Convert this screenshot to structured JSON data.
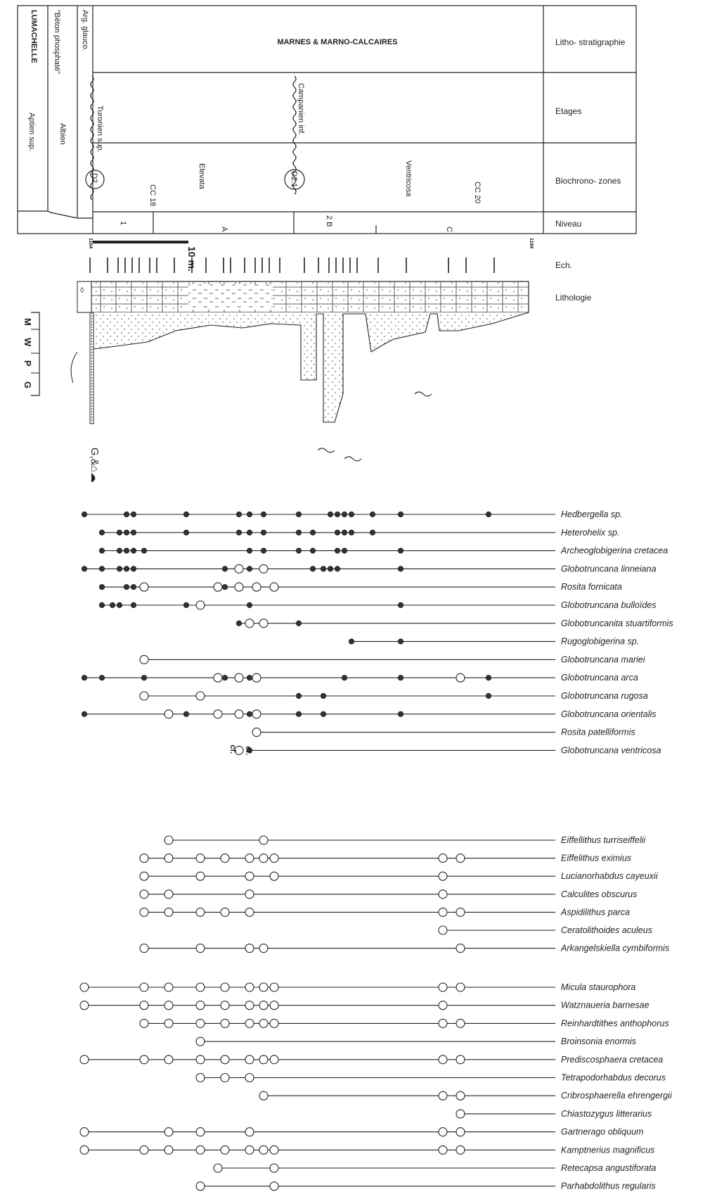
{
  "header": {
    "columns": {
      "lumachelle": "LUMACHELLE",
      "beton": "\"Béton phosphaté\"",
      "arg": "Arg. glauco.",
      "marnes": "MARNES & MARNO-CALCAIRES"
    },
    "row_labels": {
      "litho": "Litho- stratigraphie",
      "etages": "Etages",
      "biozones": "Biochrono- zones",
      "niveau": "Niveau",
      "ech": "Ech.",
      "lithologie": "Lithologie"
    },
    "etages": {
      "aptien": "Aptien sup.",
      "albien": "Albien",
      "turonien": "Turonien sup.",
      "campanien": "Campanien inf."
    },
    "zones": {
      "d2": "D2",
      "cc18": "CC 18",
      "elevata": "Elevata",
      "d21": "D2.1",
      "ventricosa": "Ventricosa",
      "cc20": "CC 20"
    },
    "niveau": {
      "n1": "1",
      "a": "A",
      "b": "2 B",
      "c": "C"
    },
    "ech": {
      "start": "1164",
      "end": "1194",
      "scale": "10 m."
    },
    "texture_scale": {
      "m": "M",
      "w": "W",
      "p": "P",
      "g": "G"
    }
  },
  "chart_data": {
    "type": "range-chart",
    "x_positions": [
      120,
      145,
      160,
      170,
      180,
      190,
      205,
      215,
      240,
      265,
      285,
      310,
      320,
      340,
      355,
      365,
      375,
      390,
      425,
      445,
      460,
      470,
      480,
      490,
      500,
      530,
      570,
      630,
      655,
      695
    ],
    "foraminifera": [
      {
        "name": "Hedbergella sp.",
        "range": [
          0,
          29
        ],
        "samples": [
          [
            0,
            "f"
          ],
          [
            4,
            "f"
          ],
          [
            5,
            "f"
          ],
          [
            9,
            "f"
          ],
          [
            13,
            "f"
          ],
          [
            14,
            "f"
          ],
          [
            16,
            "f"
          ],
          [
            18,
            "f"
          ],
          [
            21,
            "f"
          ],
          [
            22,
            "f"
          ],
          [
            23,
            "f"
          ],
          [
            24,
            "f"
          ],
          [
            25,
            "f"
          ],
          [
            26,
            "f"
          ],
          [
            29,
            "f"
          ]
        ]
      },
      {
        "name": "Heterohelix sp.",
        "range": [
          1,
          25
        ],
        "samples": [
          [
            1,
            "f"
          ],
          [
            3,
            "f"
          ],
          [
            4,
            "f"
          ],
          [
            5,
            "f"
          ],
          [
            9,
            "f"
          ],
          [
            13,
            "f"
          ],
          [
            14,
            "f"
          ],
          [
            16,
            "f"
          ],
          [
            18,
            "f"
          ],
          [
            19,
            "f"
          ],
          [
            22,
            "f"
          ],
          [
            23,
            "f"
          ],
          [
            24,
            "f"
          ],
          [
            25,
            "f"
          ]
        ]
      },
      {
        "name": "Archeoglobigerina cretacea",
        "range": [
          1,
          26
        ],
        "samples": [
          [
            1,
            "f"
          ],
          [
            3,
            "f"
          ],
          [
            4,
            "f"
          ],
          [
            5,
            "f"
          ],
          [
            6,
            "f"
          ],
          [
            14,
            "f"
          ],
          [
            16,
            "f"
          ],
          [
            18,
            "f"
          ],
          [
            19,
            "f"
          ],
          [
            22,
            "f"
          ],
          [
            23,
            "f"
          ],
          [
            26,
            "f"
          ]
        ]
      },
      {
        "name": "Globotruncana linneiana",
        "range": [
          0,
          26
        ],
        "samples": [
          [
            0,
            "f"
          ],
          [
            1,
            "f"
          ],
          [
            3,
            "f"
          ],
          [
            4,
            "f"
          ],
          [
            5,
            "f"
          ],
          [
            12,
            "f"
          ],
          [
            13,
            "o"
          ],
          [
            14,
            "f"
          ],
          [
            16,
            "o"
          ],
          [
            19,
            "f"
          ],
          [
            20,
            "f"
          ],
          [
            21,
            "f"
          ],
          [
            22,
            "f"
          ],
          [
            26,
            "f"
          ]
        ]
      },
      {
        "name": "Rosita fornicata",
        "range": [
          1,
          17
        ],
        "samples": [
          [
            1,
            "f"
          ],
          [
            4,
            "f"
          ],
          [
            5,
            "f"
          ],
          [
            6,
            "o"
          ],
          [
            11,
            "o"
          ],
          [
            12,
            "f"
          ],
          [
            13,
            "o"
          ],
          [
            15,
            "o"
          ],
          [
            17,
            "o"
          ]
        ]
      },
      {
        "name": "Globotruncana bulloïdes",
        "range": [
          1,
          26
        ],
        "samples": [
          [
            1,
            "f"
          ],
          [
            2,
            "f"
          ],
          [
            3,
            "f"
          ],
          [
            5,
            "f"
          ],
          [
            9,
            "f"
          ],
          [
            10,
            "o"
          ],
          [
            14,
            "f"
          ],
          [
            26,
            "f"
          ]
        ]
      },
      {
        "name": "Globotruncanita stuartiformis",
        "range": [
          13,
          18
        ],
        "samples": [
          [
            13,
            "f"
          ],
          [
            14,
            "o"
          ],
          [
            16,
            "o"
          ],
          [
            18,
            "f"
          ]
        ]
      },
      {
        "name": "Rugoglobigerina sp.",
        "range": [
          24,
          26
        ],
        "samples": [
          [
            24,
            "f"
          ],
          [
            26,
            "f"
          ]
        ]
      },
      {
        "name": "Globotruncana mariei",
        "range": [
          6,
          29
        ],
        "samples": [
          [
            6,
            "o"
          ]
        ]
      },
      {
        "name": "Globotruncana arca",
        "range": [
          0,
          29
        ],
        "samples": [
          [
            0,
            "f"
          ],
          [
            1,
            "f"
          ],
          [
            6,
            "f"
          ],
          [
            11,
            "o"
          ],
          [
            12,
            "f"
          ],
          [
            13,
            "o"
          ],
          [
            14,
            "f"
          ],
          [
            15,
            "o"
          ],
          [
            23,
            "f"
          ],
          [
            26,
            "f"
          ],
          [
            28,
            "o"
          ],
          [
            29,
            "f"
          ]
        ]
      },
      {
        "name": "Globotruncana rugosa",
        "range": [
          6,
          29
        ],
        "samples": [
          [
            6,
            "o"
          ],
          [
            10,
            "o"
          ],
          [
            18,
            "f"
          ],
          [
            20,
            "f"
          ],
          [
            29,
            "f"
          ]
        ]
      },
      {
        "name": "Globotruncana orientalis",
        "range": [
          0,
          26
        ],
        "samples": [
          [
            0,
            "f"
          ],
          [
            8,
            "o"
          ],
          [
            9,
            "f"
          ],
          [
            11,
            "o"
          ],
          [
            13,
            "o"
          ],
          [
            14,
            "f"
          ],
          [
            15,
            "o"
          ],
          [
            18,
            "f"
          ],
          [
            20,
            "f"
          ],
          [
            26,
            "f"
          ]
        ]
      },
      {
        "name": "Rosita patelliformis",
        "range": [
          15,
          29
        ],
        "samples": [
          [
            15,
            "o"
          ]
        ]
      },
      {
        "name": "Globotruncana ventricosa",
        "range": [
          14,
          29
        ],
        "samples": [
          [
            13,
            "o"
          ],
          [
            14,
            "f"
          ]
        ],
        "annotations": [
          "cf.",
          "cf."
        ]
      }
    ],
    "nannofossils_a": [
      {
        "name": "Eiffellithus turriseiffelii",
        "range": [
          8,
          29
        ],
        "samples": [
          [
            8,
            "o"
          ],
          [
            16,
            "o"
          ]
        ]
      },
      {
        "name": "Eiffelithus eximius",
        "range": [
          6,
          29
        ],
        "samples": [
          [
            6,
            "o"
          ],
          [
            8,
            "o"
          ],
          [
            10,
            "o"
          ],
          [
            12,
            "o"
          ],
          [
            14,
            "o"
          ],
          [
            16,
            "o"
          ],
          [
            17,
            "o"
          ],
          [
            27,
            "o"
          ],
          [
            28,
            "o"
          ]
        ]
      },
      {
        "name": "Lucianorhabdus cayeuxii",
        "range": [
          6,
          29
        ],
        "samples": [
          [
            6,
            "o"
          ],
          [
            10,
            "o"
          ],
          [
            14,
            "o"
          ],
          [
            17,
            "o"
          ],
          [
            27,
            "o"
          ]
        ]
      },
      {
        "name": "Calculites obscurus",
        "range": [
          6,
          29
        ],
        "samples": [
          [
            6,
            "o"
          ],
          [
            8,
            "o"
          ],
          [
            14,
            "o"
          ],
          [
            27,
            "o"
          ]
        ]
      },
      {
        "name": "Aspidilithus parca",
        "range": [
          6,
          29
        ],
        "samples": [
          [
            6,
            "o"
          ],
          [
            8,
            "o"
          ],
          [
            10,
            "o"
          ],
          [
            12,
            "o"
          ],
          [
            14,
            "o"
          ],
          [
            27,
            "o"
          ],
          [
            28,
            "o"
          ]
        ]
      },
      {
        "name": "Ceratolithoides aculeus",
        "range": [
          27,
          29
        ],
        "samples": [
          [
            27,
            "o"
          ]
        ]
      },
      {
        "name": "Arkangelskiella cymbiformis",
        "range": [
          6,
          29
        ],
        "samples": [
          [
            6,
            "o"
          ],
          [
            10,
            "o"
          ],
          [
            14,
            "o"
          ],
          [
            16,
            "o"
          ],
          [
            28,
            "o"
          ]
        ]
      }
    ],
    "nannofossils_b": [
      {
        "name": "Micula staurophora",
        "range": [
          0,
          29
        ],
        "samples": [
          [
            0,
            "o"
          ],
          [
            6,
            "o"
          ],
          [
            8,
            "o"
          ],
          [
            10,
            "o"
          ],
          [
            12,
            "o"
          ],
          [
            14,
            "o"
          ],
          [
            16,
            "o"
          ],
          [
            17,
            "o"
          ],
          [
            27,
            "o"
          ],
          [
            28,
            "o"
          ]
        ]
      },
      {
        "name": "Watznaueria barnesae",
        "range": [
          0,
          29
        ],
        "samples": [
          [
            0,
            "o"
          ],
          [
            6,
            "o"
          ],
          [
            8,
            "o"
          ],
          [
            10,
            "o"
          ],
          [
            12,
            "o"
          ],
          [
            14,
            "o"
          ],
          [
            16,
            "o"
          ],
          [
            17,
            "o"
          ],
          [
            27,
            "o"
          ]
        ]
      },
      {
        "name": "Reinhardtithes anthophorus",
        "range": [
          6,
          29
        ],
        "samples": [
          [
            6,
            "o"
          ],
          [
            8,
            "o"
          ],
          [
            10,
            "o"
          ],
          [
            12,
            "o"
          ],
          [
            14,
            "o"
          ],
          [
            16,
            "o"
          ],
          [
            17,
            "o"
          ],
          [
            27,
            "o"
          ],
          [
            28,
            "o"
          ]
        ]
      },
      {
        "name": "Broinsonia enormis",
        "range": [
          10,
          29
        ],
        "samples": [
          [
            10,
            "o"
          ]
        ]
      },
      {
        "name": "Prediscosphaera cretacea",
        "range": [
          0,
          29
        ],
        "samples": [
          [
            0,
            "o"
          ],
          [
            6,
            "o"
          ],
          [
            8,
            "o"
          ],
          [
            10,
            "o"
          ],
          [
            12,
            "o"
          ],
          [
            14,
            "o"
          ],
          [
            16,
            "o"
          ],
          [
            17,
            "o"
          ],
          [
            27,
            "o"
          ],
          [
            28,
            "o"
          ]
        ]
      },
      {
        "name": "Tetrapodorhabdus decorus",
        "range": [
          10,
          29
        ],
        "samples": [
          [
            10,
            "o"
          ],
          [
            12,
            "o"
          ],
          [
            14,
            "o"
          ]
        ]
      },
      {
        "name": "Cribrosphaerella ehrengergii",
        "range": [
          16,
          29
        ],
        "samples": [
          [
            16,
            "o"
          ],
          [
            27,
            "o"
          ],
          [
            28,
            "o"
          ]
        ]
      },
      {
        "name": "Chiastozygus litterarius",
        "range": [
          28,
          29
        ],
        "samples": [
          [
            28,
            "o"
          ]
        ]
      },
      {
        "name": "Gartnerago obliquum",
        "range": [
          0,
          29
        ],
        "samples": [
          [
            0,
            "o"
          ],
          [
            8,
            "o"
          ],
          [
            10,
            "o"
          ],
          [
            14,
            "o"
          ],
          [
            27,
            "o"
          ],
          [
            28,
            "o"
          ]
        ]
      },
      {
        "name": "Kamptnerius magnificus",
        "range": [
          0,
          29
        ],
        "samples": [
          [
            0,
            "o"
          ],
          [
            6,
            "o"
          ],
          [
            8,
            "o"
          ],
          [
            10,
            "o"
          ],
          [
            12,
            "o"
          ],
          [
            14,
            "o"
          ],
          [
            16,
            "o"
          ],
          [
            17,
            "o"
          ],
          [
            27,
            "o"
          ],
          [
            28,
            "o"
          ]
        ]
      },
      {
        "name": "Retecapsa angustiforata",
        "range": [
          11,
          29
        ],
        "samples": [
          [
            11,
            "o"
          ],
          [
            17,
            "o"
          ]
        ]
      },
      {
        "name": "Parhabdolithus regularis",
        "range": [
          10,
          29
        ],
        "samples": [
          [
            10,
            "o"
          ],
          [
            17,
            "o"
          ]
        ]
      }
    ]
  }
}
